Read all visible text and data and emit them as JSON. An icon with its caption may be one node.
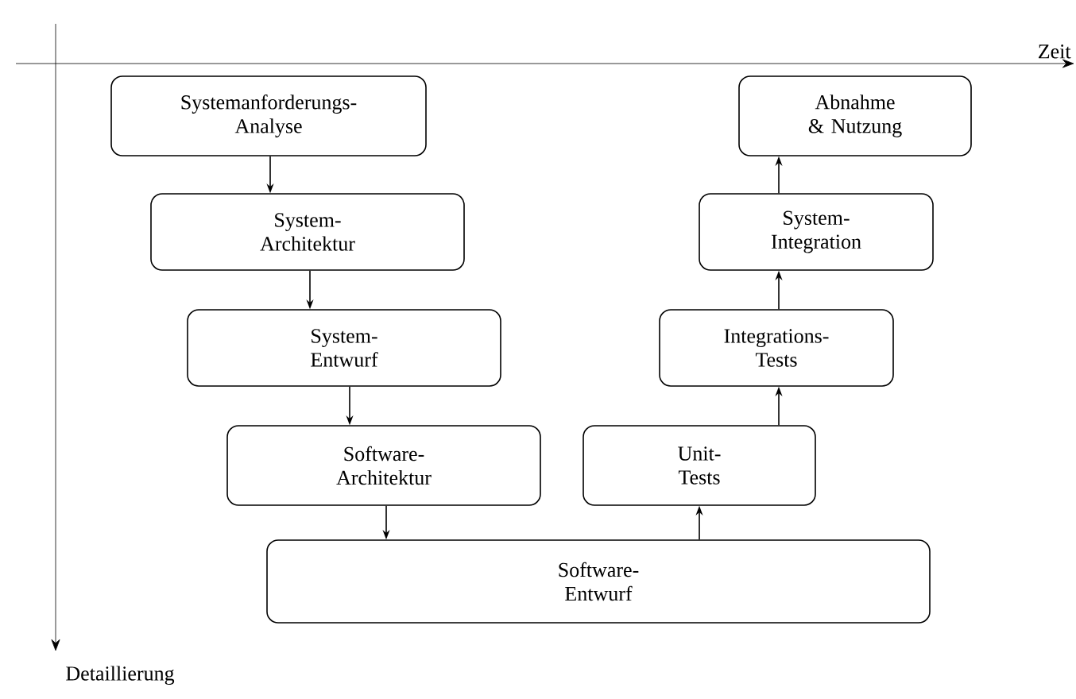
{
  "diagram": {
    "nodes": [
      {
        "text": [
          "Systemanforderungs- Analyse"
        ]
      },
      {
        "text": [
          "System- Architektur"
        ]
      },
      {
        "text": [
          "System- Entwurf"
        ]
      },
      {
        "text": [
          "Software- Architektur"
        ]
      },
      {
        "text": [
          "Software- Entwurf"
        ]
      },
      {
        "text": [
          "Unit- Tests"
        ]
      },
      {
        "text": [
          "Integrations- Tests"
        ]
      },
      {
        "text": [
          "System- Integration"
        ]
      },
      {
        "text": [
          "Abnahme & Nutzung"
        ]
      }
    ],
    "edges": [
      {
        "from": 0,
        "to": 1,
        "arrow": "to"
      },
      {
        "from": 1,
        "to": 2,
        "arrow": "to"
      },
      {
        "from": 2,
        "to": 3,
        "arrow": "to"
      },
      {
        "from": 3,
        "to": 4,
        "arrow": "to"
      },
      {
        "from": 4,
        "to": 5,
        "arrow": "to"
      },
      {
        "from": 5,
        "to": 6,
        "arrow": "to"
      },
      {
        "from": 6,
        "to": 7,
        "arrow": "to"
      },
      {
        "from": 7,
        "to": 8,
        "arrow": "to"
      }
    ],
    "labels": [
      "Zeit",
      "Detaillierung"
    ]
  }
}
